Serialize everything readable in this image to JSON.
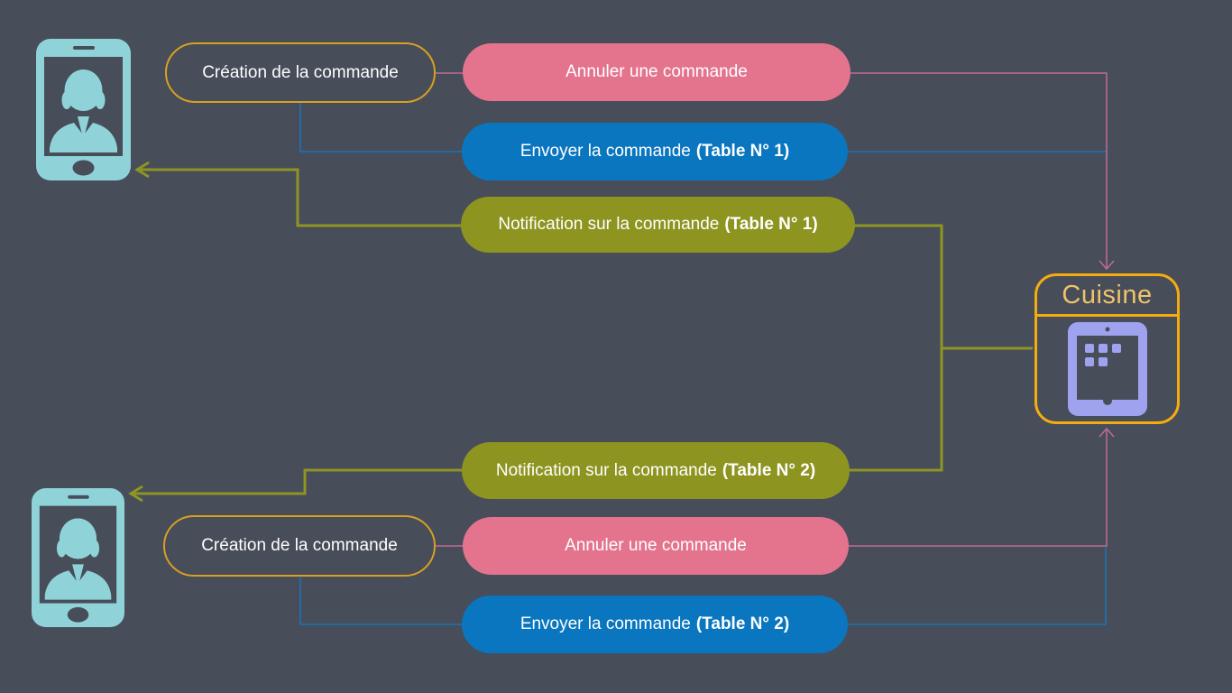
{
  "colors": {
    "background": "#474D59",
    "pill_pink": "#E4738E",
    "pill_blue": "#0A76C0",
    "pill_olive": "#8D9420",
    "bubble_border_gold": "#D7A021",
    "cuisine_border_gold": "#F5AC0F",
    "cuisine_title_gold": "#EFC369",
    "phone_teal": "#8FD3D9",
    "tablet_lavender": "#9FA3EF",
    "connector_pink": "#C06C96",
    "connector_blue": "#1B75BE",
    "connector_olive": "#8E9523",
    "text": "#FFFFFF"
  },
  "nodes": {
    "creation1": {
      "label": "Création de la commande"
    },
    "annuler1": {
      "label": "Annuler une commande"
    },
    "envoyer1": {
      "label": "Envoyer la commande",
      "bold": "(Table N° 1)"
    },
    "notif1": {
      "label": "Notification sur la commande",
      "bold": "(Table N° 1)"
    },
    "notif2": {
      "label": "Notification sur la commande",
      "bold": "(Table N° 2)"
    },
    "annuler2": {
      "label": "Annuler une commande"
    },
    "envoyer2": {
      "label": "Envoyer la commande",
      "bold": "(Table N° 2)"
    },
    "creation2": {
      "label": "Création de la commande"
    },
    "cuisine": {
      "label": "Cuisine"
    }
  },
  "edges": [
    {
      "from": "creation1",
      "to": "annuler1",
      "color": "pink"
    },
    {
      "from": "annuler1",
      "to": "cuisine",
      "color": "pink",
      "arrow": true
    },
    {
      "from": "creation1",
      "to": "envoyer1",
      "color": "blue"
    },
    {
      "from": "envoyer1",
      "to": "cuisine",
      "color": "blue"
    },
    {
      "from": "notif1",
      "to": "phone1",
      "color": "olive",
      "arrow": true
    },
    {
      "from": "notif1",
      "to": "cuisine",
      "color": "olive"
    },
    {
      "from": "notif2",
      "to": "cuisine",
      "color": "olive"
    },
    {
      "from": "notif2",
      "to": "phone2",
      "color": "olive",
      "arrow": true
    },
    {
      "from": "creation2",
      "to": "annuler2",
      "color": "pink"
    },
    {
      "from": "annuler2",
      "to": "cuisine",
      "color": "pink",
      "arrow": true
    },
    {
      "from": "creation2",
      "to": "envoyer2",
      "color": "blue"
    },
    {
      "from": "envoyer2",
      "to": "cuisine",
      "color": "blue"
    }
  ]
}
